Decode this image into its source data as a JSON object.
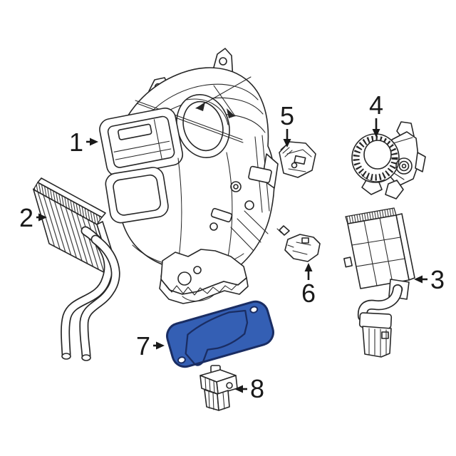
{
  "figure": {
    "background_color": "#ffffff",
    "line_color": "#272727",
    "label_color": "#191919",
    "highlight_fill": "#345fb4",
    "highlight_stroke": "#1a2d63"
  },
  "callouts": [
    {
      "label": "1"
    },
    {
      "label": "2"
    },
    {
      "label": "3"
    },
    {
      "label": "4"
    },
    {
      "label": "5"
    },
    {
      "label": "6"
    },
    {
      "label": "7"
    },
    {
      "label": "8"
    }
  ]
}
